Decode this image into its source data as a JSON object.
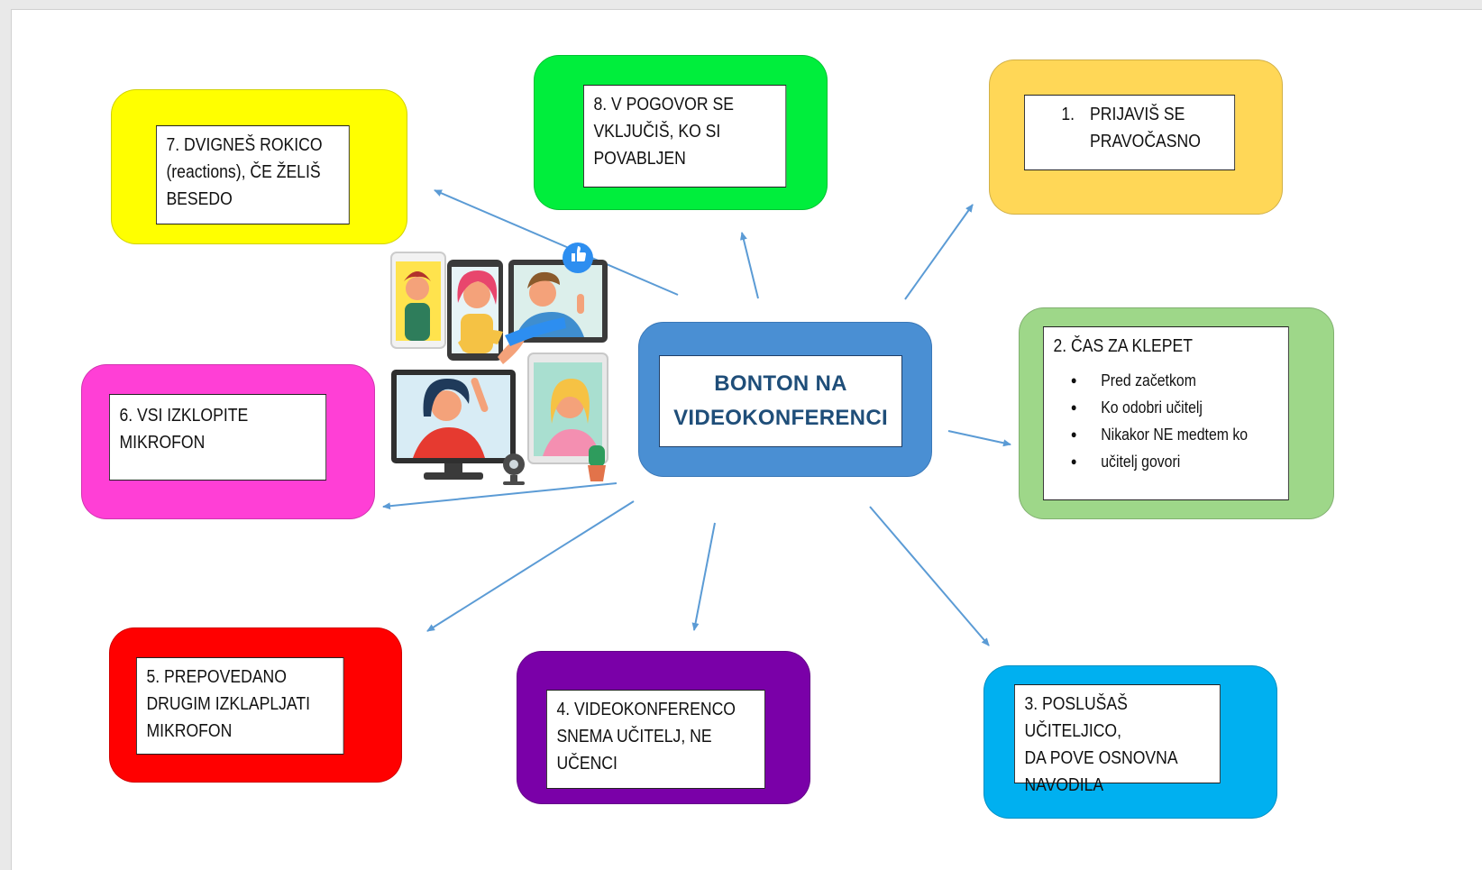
{
  "diagram": {
    "center": {
      "line1": "BONTON NA",
      "line2": "VIDEOKONFERENCI",
      "color": "#4a8fd3"
    },
    "boxes": {
      "b1": {
        "color": "#ffd757",
        "number": "1.",
        "line1": "PRIJAVIŠ SE",
        "line2": "PRAVOČASNO"
      },
      "b2": {
        "color": "#9ed789",
        "title": "2. ČAS ZA KLEPET",
        "bullets": [
          "Pred začetkom",
          "Ko odobri učitelj",
          "Nikakor NE medtem ko",
          "učitelj govori"
        ]
      },
      "b3": {
        "color": "#00b0f0",
        "line1": "3. POSLUŠAŠ UČITELJICO,",
        "line2": "DA POVE OSNOVNA",
        "line3": "NAVODILA"
      },
      "b4": {
        "color": "#7a00a8",
        "line1": "4. VIDEOKONFERENCO",
        "line2": "SNEMA UČITELJ, NE",
        "line3": "UČENCI"
      },
      "b5": {
        "color": "#ff0000",
        "line1": "5. PREPOVEDANO",
        "line2": "DRUGIM IZKLAPLJATI",
        "line3": "MIKROFON"
      },
      "b6": {
        "color": "#ff3fd6",
        "line1": "6. VSI IZKLOPITE",
        "line2": "MIKROFON"
      },
      "b7": {
        "color": "#ffff00",
        "line1": "7. DVIGNEŠ ROKICO",
        "line2": "(reactions), ČE ŽELIŠ",
        "line3": "BESEDO"
      },
      "b8": {
        "color": "#00ee3c",
        "line1": "8. V POGOVOR SE",
        "line2": "VKLJUČIŠ, KO SI",
        "line3": "POVABLJEN"
      }
    },
    "arrow_color": "#5b9bd5",
    "illustration": "video-call-people-illustration"
  }
}
